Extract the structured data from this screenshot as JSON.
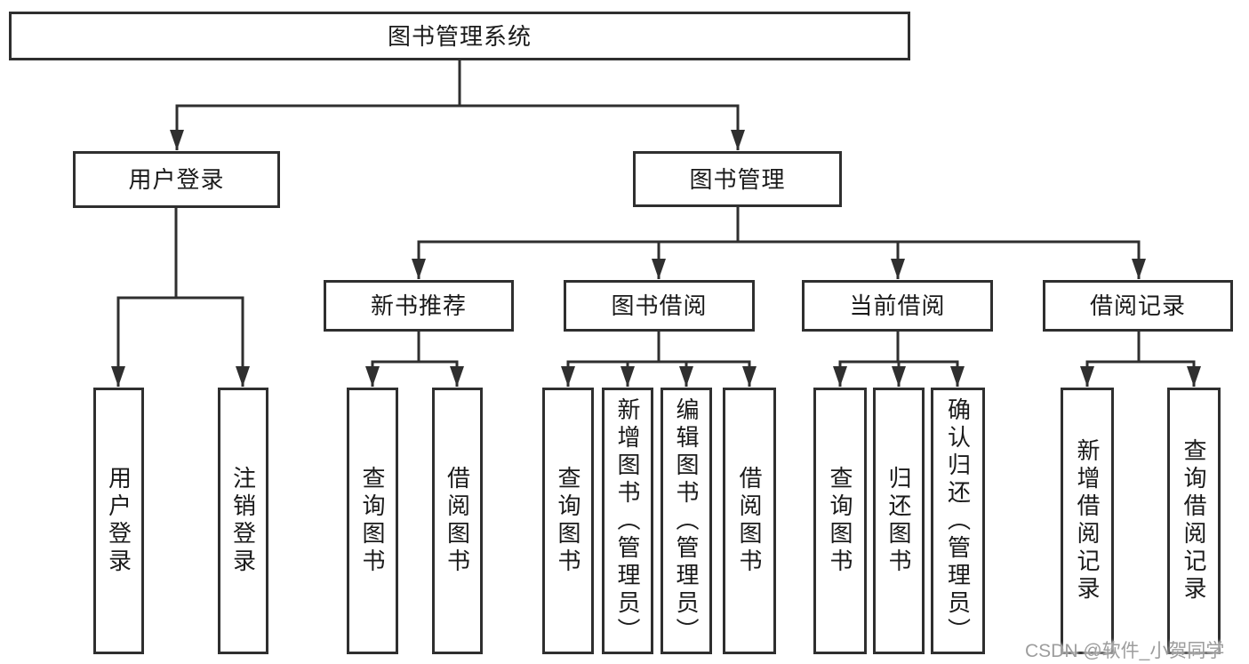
{
  "diagram": {
    "root": {
      "label": "图书管理系统"
    },
    "level2": {
      "user_login": {
        "label": "用户登录"
      },
      "book_mgmt": {
        "label": "图书管理"
      }
    },
    "level3": {
      "new_book": {
        "label": "新书推荐"
      },
      "borrow": {
        "label": "图书借阅"
      },
      "current": {
        "label": "当前借阅"
      },
      "record": {
        "label": "借阅记录"
      }
    },
    "leaves": {
      "user_login_1": {
        "label": "用户登录"
      },
      "user_login_2": {
        "label": "注销登录"
      },
      "new_book_1": {
        "label": "查询图书"
      },
      "new_book_2": {
        "label": "借阅图书"
      },
      "borrow_1": {
        "label": "查询图书"
      },
      "borrow_2": {
        "label": "新增图书（管理员）"
      },
      "borrow_3": {
        "label": "编辑图书（管理员）"
      },
      "borrow_4": {
        "label": "借阅图书"
      },
      "current_1": {
        "label": "查询图书"
      },
      "current_2": {
        "label": "归还图书"
      },
      "current_3": {
        "label": "确认归还（管理员）"
      },
      "record_1": {
        "label": "新增借阅记录"
      },
      "record_2": {
        "label": "查询借阅记录"
      }
    },
    "watermark": "CSDN @软件_小贺同学",
    "colors": {
      "line": "#2f2f2f",
      "box_border": "#2f2f2f",
      "text": "#1a1a1a",
      "watermark": "#9d9d9d",
      "background": "#ffffff"
    }
  }
}
